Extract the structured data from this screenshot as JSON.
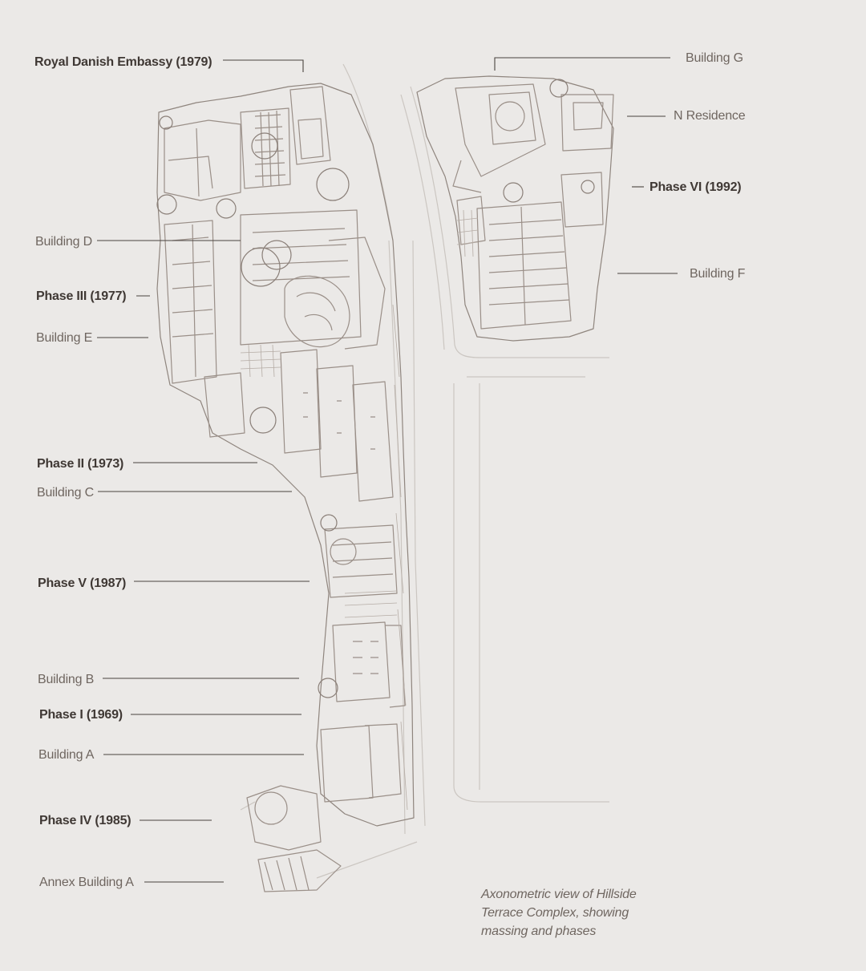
{
  "labels": {
    "royal_danish_embassy": "Royal Danish Embassy (1979)",
    "building_g": "Building G",
    "n_residence": "N Residence",
    "phase_vi": "Phase VI (1992)",
    "building_d": "Building D",
    "phase_iii": "Phase III (1977)",
    "building_f": "Building F",
    "building_e": "Building E",
    "phase_ii": "Phase II (1973)",
    "building_c": "Building C",
    "phase_v": "Phase V (1987)",
    "building_b": "Building B",
    "phase_i": "Phase I (1969)",
    "building_a": "Building A",
    "phase_iv": "Phase IV (1985)",
    "annex_building_a": "Annex Building A"
  },
  "caption": {
    "line1": "Axonometric view of Hillside",
    "line2": "Terrace Complex, showing",
    "line3": "massing and phases"
  }
}
